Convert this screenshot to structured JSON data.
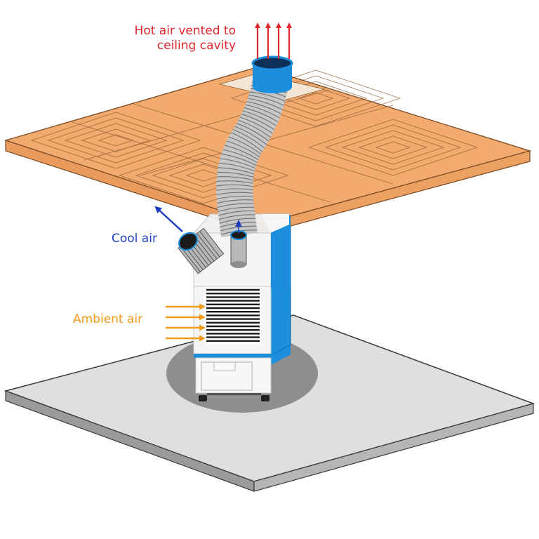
{
  "labels": {
    "hot_air_line1": "Hot air vented to",
    "hot_air_line2": "ceiling cavity",
    "cool_air": "Cool air",
    "ambient_air": "Ambient air"
  },
  "colors": {
    "hot_air": "#e0262d",
    "cool_air": "#1f3fbf",
    "ambient_air": "#f29a1a",
    "ceiling": "#f0a56a",
    "unit_accent": "#1b8fdc",
    "floor": "#d9dadb"
  },
  "icons": {
    "hot_air_arrows": "arrow-up-icon",
    "cool_air_arrow": "arrow-up-left-icon",
    "ambient_air_arrows": "arrow-right-icon"
  }
}
